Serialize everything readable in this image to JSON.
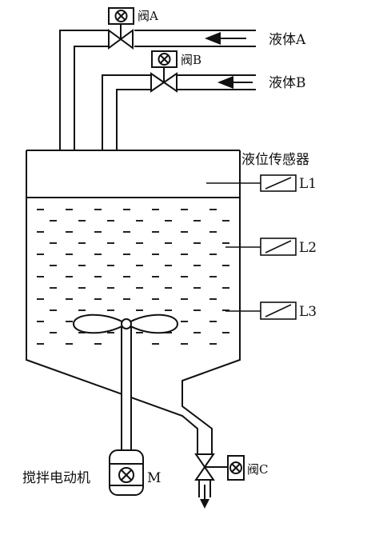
{
  "labels": {
    "valve_a": "阀A",
    "valve_b": "阀B",
    "valve_c": "阀C",
    "liquid_a": "液体A",
    "liquid_b": "液体B",
    "level_sensor": "液位传感器",
    "l1": "L1",
    "l2": "L2",
    "l3": "L3",
    "motor_name": "搅拌电动机",
    "motor_m": "M"
  },
  "colors": {
    "ink": "#111111",
    "background": "#ffffff"
  },
  "icons": [
    "valve-icon",
    "solenoid-icon",
    "sensor-icon",
    "motor-icon",
    "arrow-icon",
    "impeller-icon"
  ]
}
